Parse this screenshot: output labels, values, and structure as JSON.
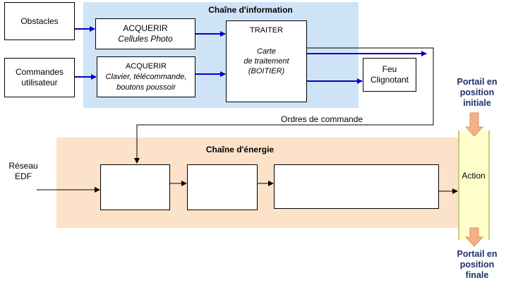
{
  "info_chain": {
    "title": "Chaîne d'information",
    "inputs": {
      "obstacles": "Obstacles",
      "commands_line1": "Commandes",
      "commands_line2": "utilisateur"
    },
    "acquire1": {
      "title": "ACQUERIR",
      "detail": "Cellules Photo"
    },
    "acquire2": {
      "title": "ACQUERIR",
      "detail_line1": "Clavier, télécommande,",
      "detail_line2": "boutons poussoir"
    },
    "process": {
      "title": "TRAITER",
      "line1": "Carte",
      "line2": "de traitement",
      "line3": "(BOITIER)"
    }
  },
  "output_light": {
    "line1": "Feu",
    "line2": "Clignotant"
  },
  "orders_label": "Ordres de commande",
  "energy_chain": {
    "title": "Chaîne d'énergie",
    "source_line1": "Réseau",
    "source_line2": "EDF"
  },
  "action": {
    "label": "Action",
    "initial_line1": "Portail en",
    "initial_line2": "position",
    "initial_line3": "initiale",
    "final_line1": "Portail en",
    "final_line2": "position",
    "final_line3": "finale"
  },
  "colors": {
    "info_bg": "#cfe3f7",
    "energy_bg": "#fbe2c8",
    "action_bg": "#ffffcc",
    "blue_arrow": "#0000cc",
    "title_navy": "#1f2f6b",
    "orange_arrow": "#f4b183"
  }
}
